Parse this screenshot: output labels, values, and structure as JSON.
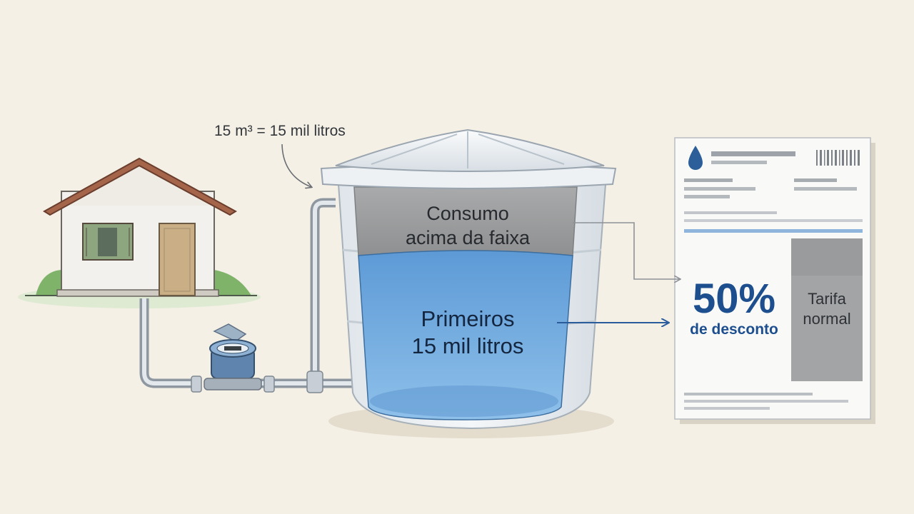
{
  "callout": {
    "volume_equivalence": "15 m³ = 15 mil litros"
  },
  "tank": {
    "top_zone": {
      "line1": "Consumo",
      "line2": "acima da faixa"
    },
    "bottom_zone": {
      "line1": "Primeiros",
      "line2": "15 mil litros"
    }
  },
  "bill": {
    "discount_value": "50%",
    "discount_label": "de desconto",
    "normal_rate": {
      "line1": "Tarifa",
      "line2": "normal"
    }
  },
  "colors": {
    "background": "#f4f0e6",
    "water": "#6ea7db",
    "excess": "#9a9b9c",
    "accent_blue": "#1d4f8f"
  },
  "icons": [
    "house-icon",
    "water-meter-icon",
    "water-drop-icon",
    "barcode-icon"
  ]
}
